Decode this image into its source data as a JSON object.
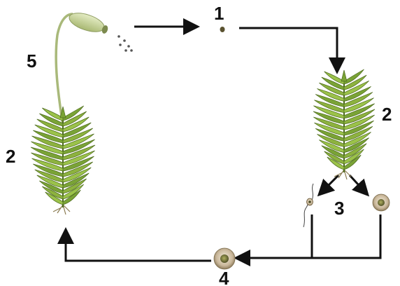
{
  "labels": {
    "spore": "1",
    "gametophyte_right": "2",
    "gametophyte_left": "2",
    "gametes": "3",
    "zygote": "4",
    "sporophyte": "5"
  },
  "colors": {
    "leaf_light": "#9bc24a",
    "leaf_mid": "#7aa336",
    "leaf_dark": "#4d6b1d",
    "arrow": "#111111",
    "capsule": "#c8d59a",
    "stalk": "#a9b97a",
    "cell_outer": "#c9b79a",
    "cell_inner": "#6b6b3a"
  },
  "icons": {
    "moss_left": "moss-gametophyte-icon",
    "moss_right": "moss-gametophyte-icon",
    "sporophyte": "sporophyte-capsule-icon",
    "spore": "spore-icon",
    "sperm": "sperm-cell-icon",
    "egg": "egg-cell-icon",
    "zygote": "zygote-icon"
  }
}
